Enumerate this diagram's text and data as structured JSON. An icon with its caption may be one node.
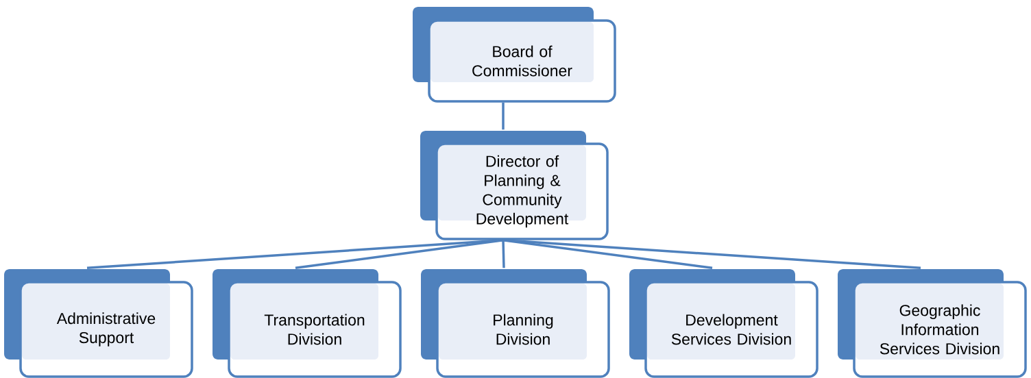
{
  "diagram": {
    "nodes": [
      {
        "text": [
          "Board of Commissioner"
        ]
      },
      {
        "text": [
          "Director of Planning & Community Development"
        ]
      },
      {
        "text": [
          "Administrative Support"
        ]
      },
      {
        "text": [
          "Transportation Division"
        ]
      },
      {
        "text": [
          "Planning Division"
        ]
      },
      {
        "text": [
          "Development Services Division"
        ]
      },
      {
        "text": [
          "Geographic Information Services Division"
        ]
      }
    ],
    "edges": [
      {
        "from": 0,
        "to": 1,
        "arrow": "none"
      },
      {
        "from": 1,
        "to": 2,
        "arrow": "none"
      },
      {
        "from": 1,
        "to": 3,
        "arrow": "none"
      },
      {
        "from": 1,
        "to": 4,
        "arrow": "none"
      },
      {
        "from": 1,
        "to": 5,
        "arrow": "none"
      },
      {
        "from": 1,
        "to": 6,
        "arrow": "none"
      }
    ]
  }
}
